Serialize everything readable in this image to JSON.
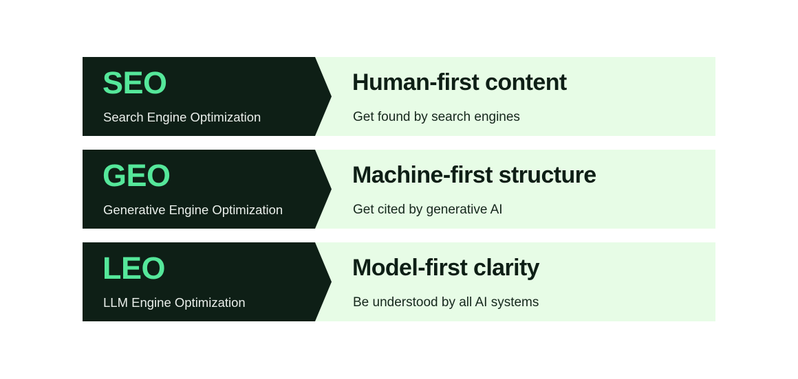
{
  "colors": {
    "panel_dark": "#0E1F16",
    "panel_light": "#E7FCE6",
    "accent_green": "#55E79A",
    "text_on_dark": "#E9EEEA",
    "text_on_light": "#0E1F16",
    "page_background": "#FFFFFF"
  },
  "diagram": {
    "type": "three-tier-arrow-comparison",
    "rows": [
      {
        "acronym": "SEO",
        "expansion": "Search Engine Optimization",
        "heading": "Human-first content",
        "subheading": "Get found by search engines"
      },
      {
        "acronym": "GEO",
        "expansion": "Generative Engine Optimization",
        "heading": "Machine-first structure",
        "subheading": "Get cited by generative AI"
      },
      {
        "acronym": "LEO",
        "expansion": "LLM Engine Optimization",
        "heading": "Model-first clarity",
        "subheading": "Be understood by all AI systems"
      }
    ]
  }
}
